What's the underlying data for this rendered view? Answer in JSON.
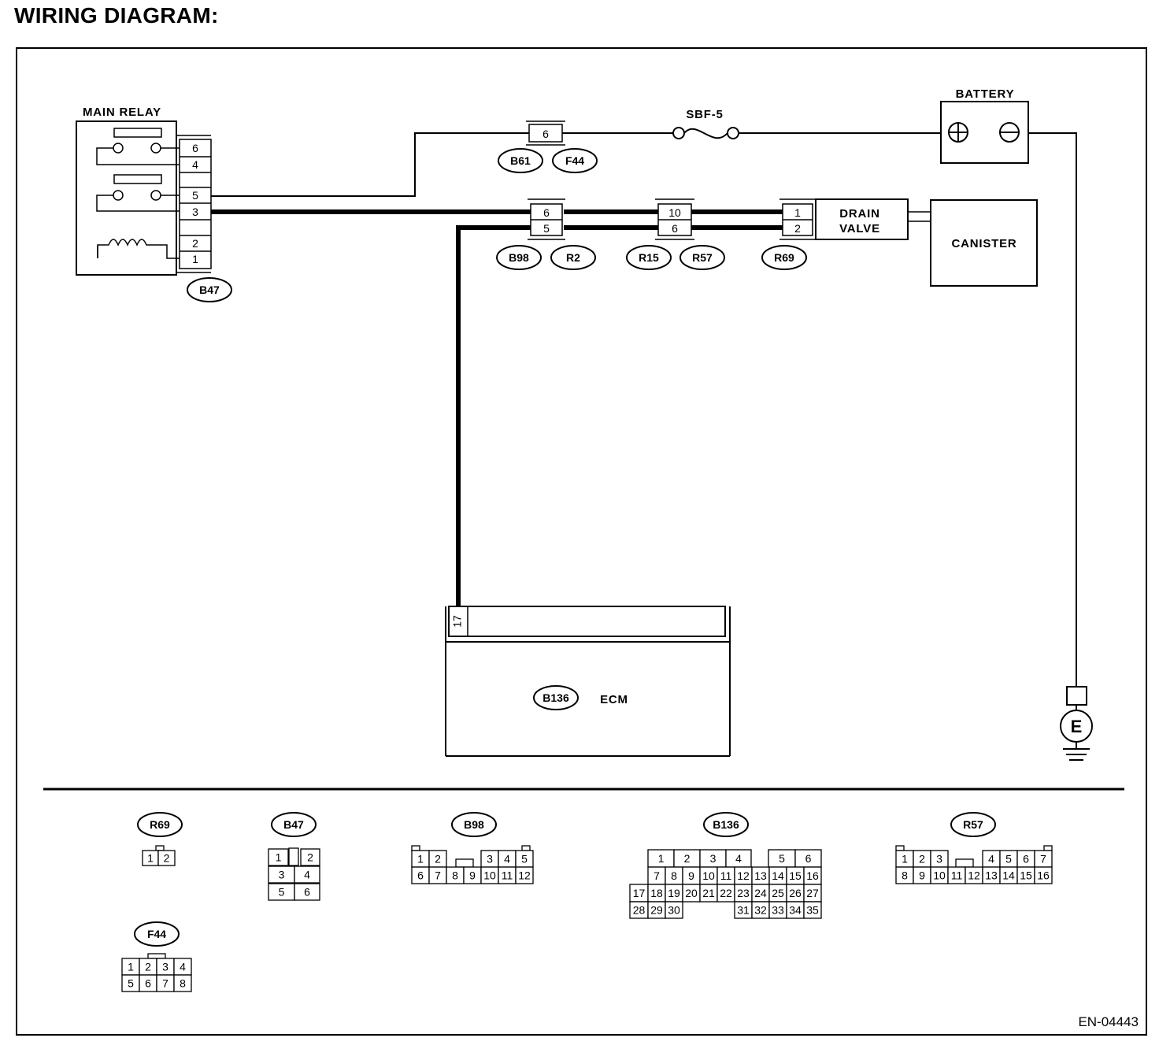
{
  "title": "WIRING DIAGRAM:",
  "doc_code": "EN-04443",
  "components": {
    "main_relay": "MAIN RELAY",
    "battery": "BATTERY",
    "fuse": "SBF-5",
    "drain_valve_line1": "DRAIN",
    "drain_valve_line2": "VALVE",
    "canister": "CANISTER",
    "ecm": "ECM",
    "ground": "E"
  },
  "relay_pins": [
    "6",
    "4",
    "5",
    "3",
    "2",
    "1"
  ],
  "harness_pins": {
    "b61_f44": "6",
    "b98_r2_top": "6",
    "b98_r2_bottom": "5",
    "r15_r57_top": "10",
    "r15_r57_bottom": "6",
    "r69_top": "1",
    "r69_bottom": "2",
    "ecm_pin": "17"
  },
  "connector_tags": {
    "b47": "B47",
    "b61": "B61",
    "f44": "F44",
    "b98": "B98",
    "r2": "R2",
    "r15": "R15",
    "r57": "R57",
    "r69": "R69",
    "b136": "B136"
  },
  "connector_views": {
    "r69": {
      "label": "R69",
      "rows": [
        [
          "1",
          "2"
        ]
      ]
    },
    "b47": {
      "label": "B47",
      "rows": [
        [
          "1",
          "2"
        ],
        [
          "3",
          "4"
        ],
        [
          "5",
          "6"
        ]
      ]
    },
    "b98": {
      "label": "B98",
      "rows": [
        [
          "1",
          "2",
          "3",
          "4",
          "5"
        ],
        [
          "6",
          "7",
          "8",
          "9",
          "10",
          "11",
          "12"
        ]
      ]
    },
    "b136": {
      "label": "B136",
      "rows": [
        [
          "1",
          "2",
          "3",
          "4",
          "5",
          "6"
        ],
        [
          "7",
          "8",
          "9",
          "10",
          "11",
          "12",
          "13",
          "14",
          "15",
          "16"
        ],
        [
          "17",
          "18",
          "19",
          "20",
          "21",
          "22",
          "23",
          "24",
          "25",
          "26",
          "27"
        ],
        [
          "28",
          "29",
          "30",
          "31",
          "32",
          "33",
          "34",
          "35"
        ]
      ]
    },
    "r57": {
      "label": "R57",
      "rows": [
        [
          "1",
          "2",
          "3",
          "4",
          "5",
          "6",
          "7"
        ],
        [
          "8",
          "9",
          "10",
          "11",
          "12",
          "13",
          "14",
          "15",
          "16"
        ]
      ]
    },
    "f44": {
      "label": "F44",
      "rows": [
        [
          "1",
          "2",
          "3",
          "4"
        ],
        [
          "5",
          "6",
          "7",
          "8"
        ]
      ]
    }
  }
}
